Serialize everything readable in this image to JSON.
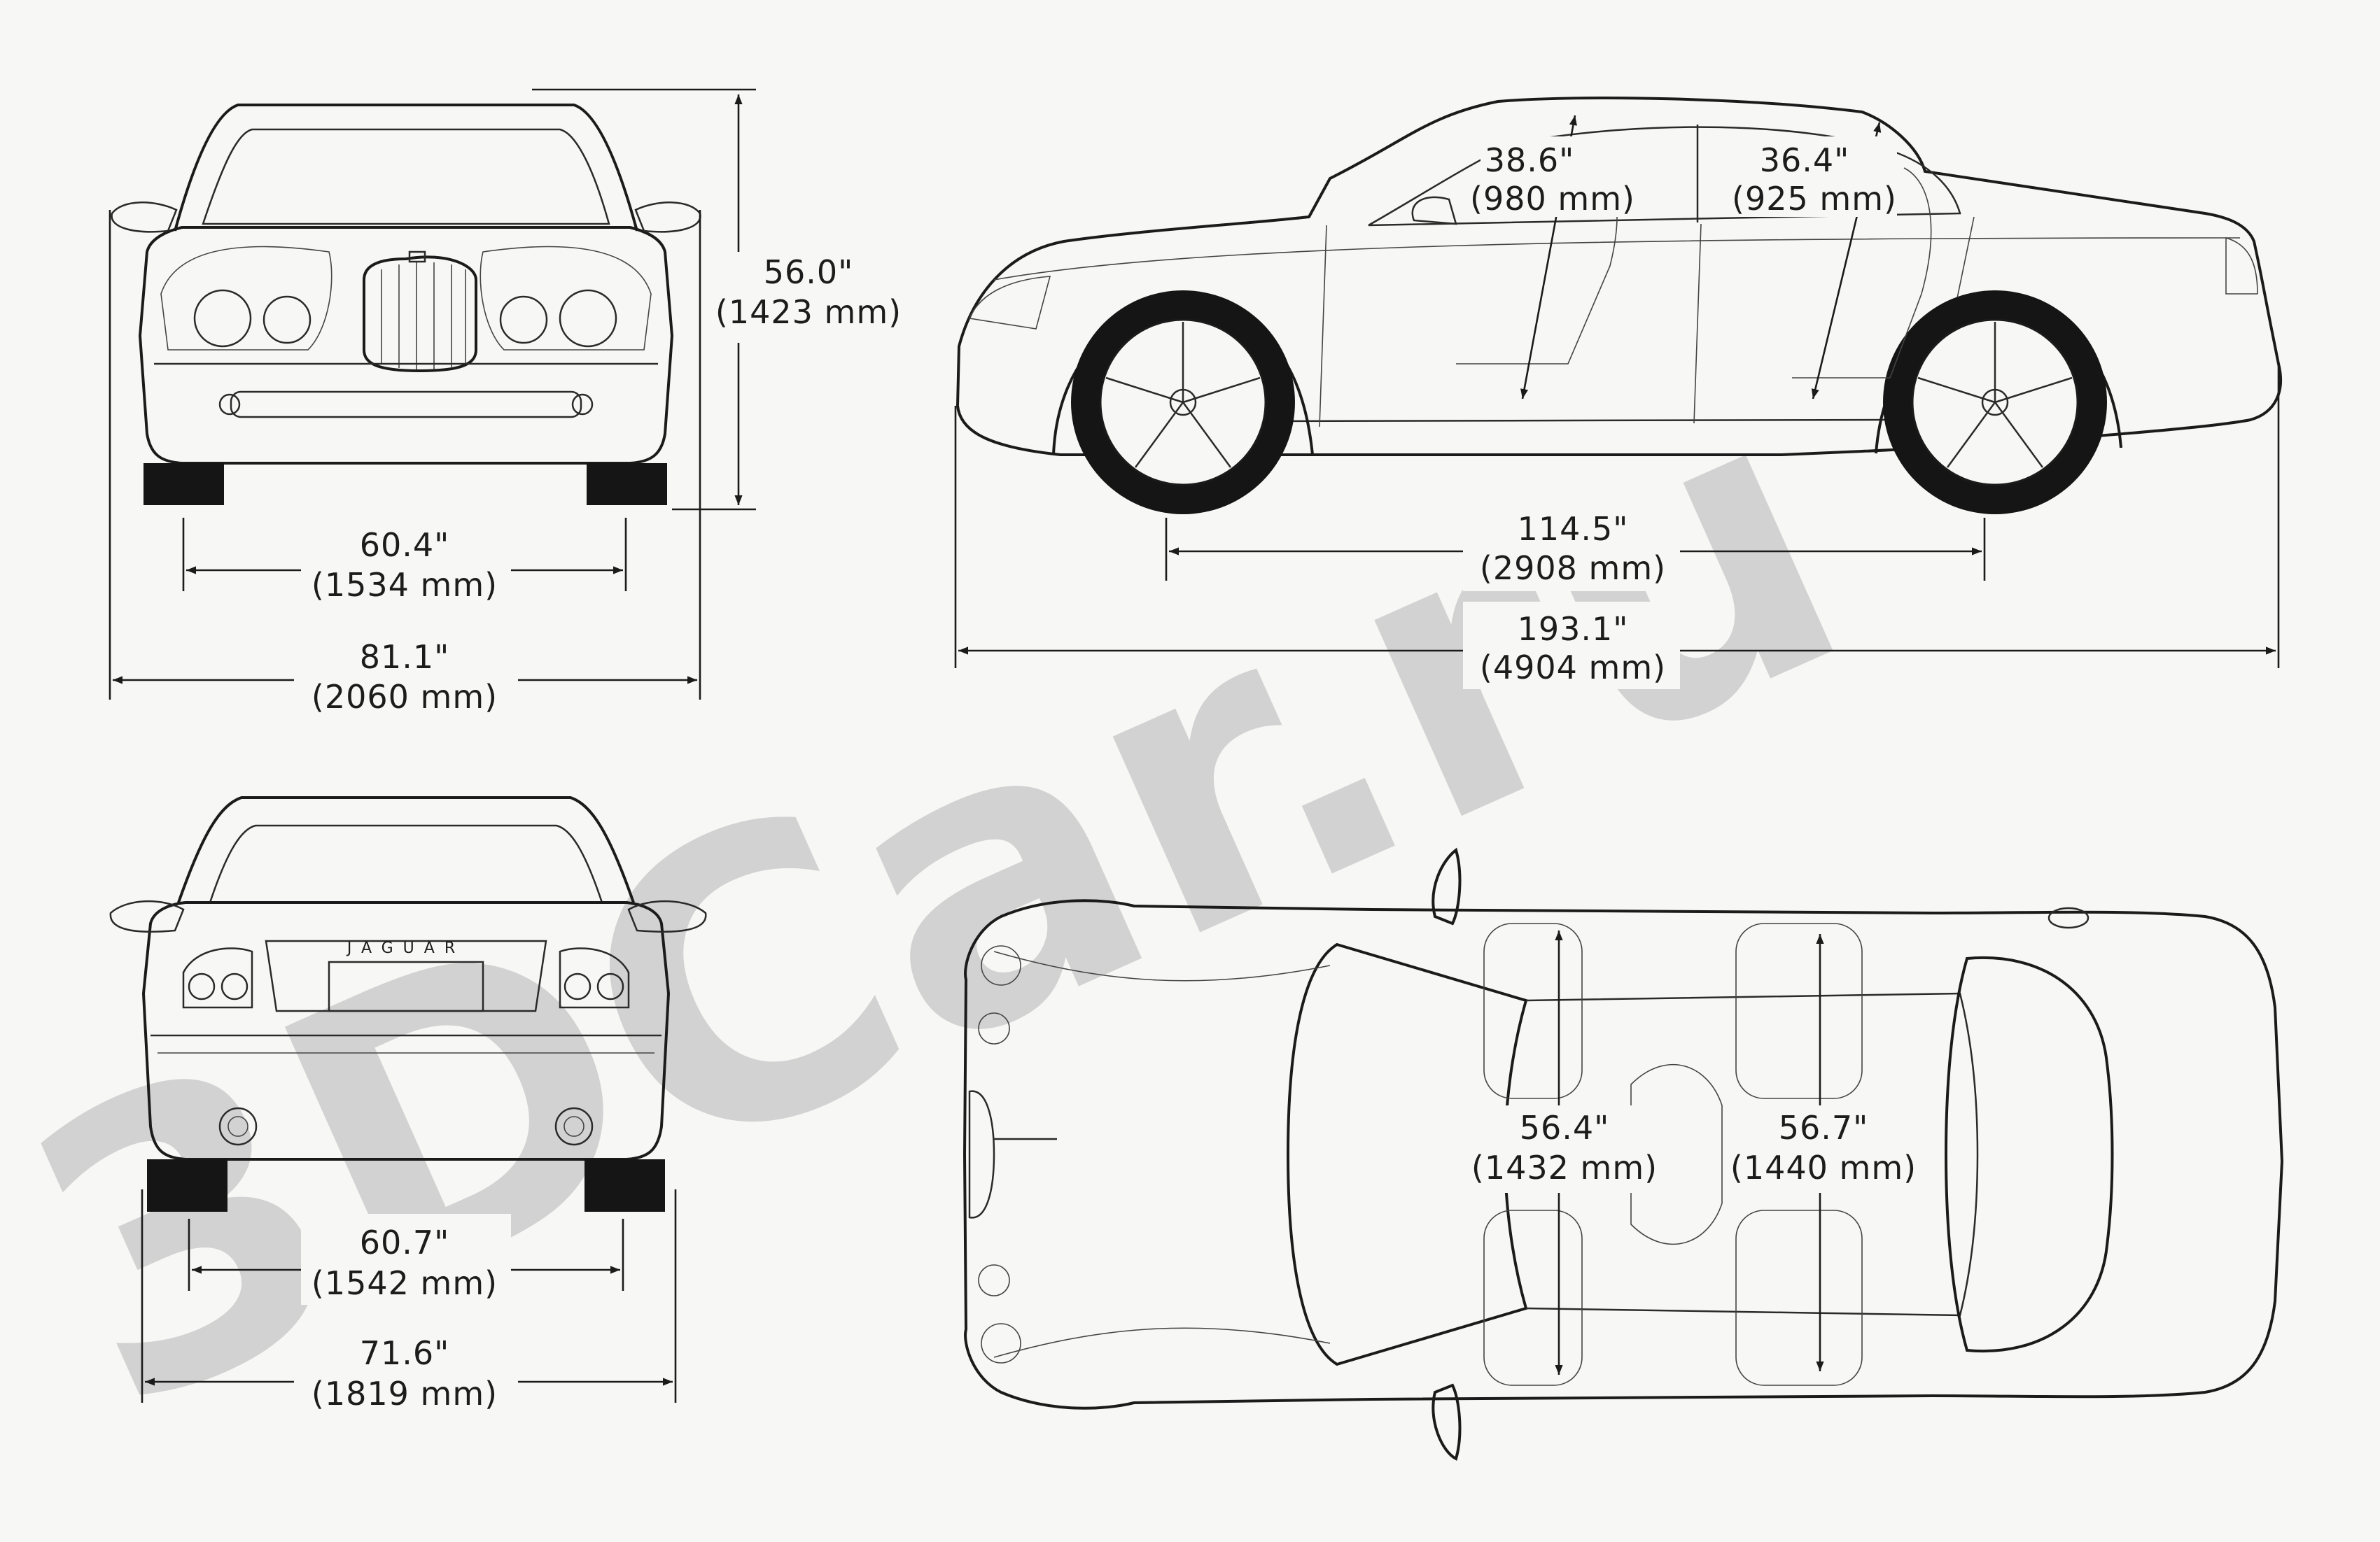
{
  "watermark": {
    "text": "3DCar.ru",
    "color": "#d2d2d2"
  },
  "colors": {
    "ink": "#1b1b1b",
    "paper": "#f7f7f5",
    "tyre": "#151515"
  },
  "front_view": {
    "height": {
      "in": "56.0\"",
      "mm": "(1423 mm)"
    },
    "track": {
      "in": "60.4\"",
      "mm": "(1534 mm)"
    },
    "width_mirrors": {
      "in": "81.1\"",
      "mm": "(2060 mm)"
    }
  },
  "rear_view": {
    "brand": "JAGUAR",
    "track": {
      "in": "60.7\"",
      "mm": "(1542 mm)"
    },
    "width": {
      "in": "71.6\"",
      "mm": "(1819 mm)"
    }
  },
  "side_view": {
    "front_headroom": {
      "in": "38.6\"",
      "mm": "(980 mm)"
    },
    "rear_headroom": {
      "in": "36.4\"",
      "mm": "(925 mm)"
    },
    "wheelbase": {
      "in": "114.5\"",
      "mm": "(2908 mm)"
    },
    "length": {
      "in": "193.1\"",
      "mm": "(4904 mm)"
    }
  },
  "top_view": {
    "front_shoulder": {
      "in": "56.4\"",
      "mm": "(1432 mm)"
    },
    "rear_shoulder": {
      "in": "56.7\"",
      "mm": "(1440 mm)"
    }
  }
}
